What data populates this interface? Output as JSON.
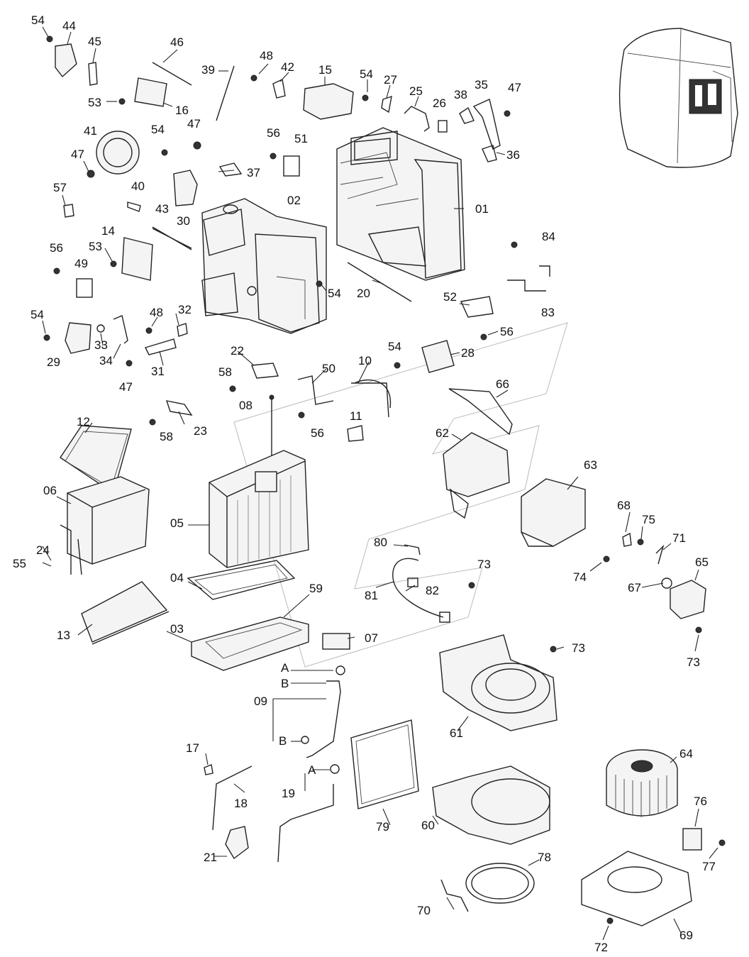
{
  "callouts": [
    {
      "id": "c54a",
      "text": "54"
    },
    {
      "id": "c44",
      "text": "44"
    },
    {
      "id": "c45",
      "text": "45"
    },
    {
      "id": "c46",
      "text": "46"
    },
    {
      "id": "c39",
      "text": "39"
    },
    {
      "id": "c48a",
      "text": "48"
    },
    {
      "id": "c42",
      "text": "42"
    },
    {
      "id": "c15",
      "text": "15"
    },
    {
      "id": "c54b",
      "text": "54"
    },
    {
      "id": "c27",
      "text": "27"
    },
    {
      "id": "c25",
      "text": "25"
    },
    {
      "id": "c26",
      "text": "26"
    },
    {
      "id": "c38",
      "text": "38"
    },
    {
      "id": "c35",
      "text": "35"
    },
    {
      "id": "c47a",
      "text": "47"
    },
    {
      "id": "c53a",
      "text": "53"
    },
    {
      "id": "c16",
      "text": "16"
    },
    {
      "id": "c41",
      "text": "41"
    },
    {
      "id": "c54c",
      "text": "54"
    },
    {
      "id": "c47b",
      "text": "47"
    },
    {
      "id": "c56a",
      "text": "56"
    },
    {
      "id": "c51",
      "text": "51"
    },
    {
      "id": "c37",
      "text": "37"
    },
    {
      "id": "c36",
      "text": "36"
    },
    {
      "id": "c47c",
      "text": "47"
    },
    {
      "id": "c40",
      "text": "40"
    },
    {
      "id": "c57",
      "text": "57"
    },
    {
      "id": "c30",
      "text": "30"
    },
    {
      "id": "c02",
      "text": "02"
    },
    {
      "id": "c01",
      "text": "01"
    },
    {
      "id": "c43",
      "text": "43"
    },
    {
      "id": "c14",
      "text": "14"
    },
    {
      "id": "c56b",
      "text": "56"
    },
    {
      "id": "c53b",
      "text": "53"
    },
    {
      "id": "c49",
      "text": "49"
    },
    {
      "id": "c84",
      "text": "84"
    },
    {
      "id": "c54d",
      "text": "54"
    },
    {
      "id": "c20",
      "text": "20"
    },
    {
      "id": "c52",
      "text": "52"
    },
    {
      "id": "c83",
      "text": "83"
    },
    {
      "id": "c48b",
      "text": "48"
    },
    {
      "id": "c32",
      "text": "32"
    },
    {
      "id": "c54e",
      "text": "54"
    },
    {
      "id": "c33",
      "text": "33"
    },
    {
      "id": "c34",
      "text": "34"
    },
    {
      "id": "c29",
      "text": "29"
    },
    {
      "id": "c56c",
      "text": "56"
    },
    {
      "id": "c31",
      "text": "31"
    },
    {
      "id": "c22",
      "text": "22"
    },
    {
      "id": "c54f",
      "text": "54"
    },
    {
      "id": "c28",
      "text": "28"
    },
    {
      "id": "c47d",
      "text": "47"
    },
    {
      "id": "c58a",
      "text": "58"
    },
    {
      "id": "c50",
      "text": "50"
    },
    {
      "id": "c10",
      "text": "10"
    },
    {
      "id": "c66",
      "text": "66"
    },
    {
      "id": "c08",
      "text": "08"
    },
    {
      "id": "c11",
      "text": "11"
    },
    {
      "id": "c58b",
      "text": "58"
    },
    {
      "id": "c56d",
      "text": "56"
    },
    {
      "id": "c23",
      "text": "23"
    },
    {
      "id": "c12",
      "text": "12"
    },
    {
      "id": "c62",
      "text": "62"
    },
    {
      "id": "c63",
      "text": "63"
    },
    {
      "id": "c06",
      "text": "06"
    },
    {
      "id": "c05",
      "text": "05"
    },
    {
      "id": "c68",
      "text": "68"
    },
    {
      "id": "c75",
      "text": "75"
    },
    {
      "id": "c80",
      "text": "80"
    },
    {
      "id": "c71",
      "text": "71"
    },
    {
      "id": "c73a",
      "text": "73"
    },
    {
      "id": "c24",
      "text": "24"
    },
    {
      "id": "c55",
      "text": "55"
    },
    {
      "id": "c65",
      "text": "65"
    },
    {
      "id": "c74",
      "text": "74"
    },
    {
      "id": "c04",
      "text": "04"
    },
    {
      "id": "c59",
      "text": "59"
    },
    {
      "id": "c82",
      "text": "82"
    },
    {
      "id": "c67",
      "text": "67"
    },
    {
      "id": "c81",
      "text": "81"
    },
    {
      "id": "c13",
      "text": "13"
    },
    {
      "id": "c03",
      "text": "03"
    },
    {
      "id": "c07",
      "text": "07"
    },
    {
      "id": "c73b",
      "text": "73"
    },
    {
      "id": "c73c",
      "text": "73"
    },
    {
      "id": "cA1",
      "text": "A"
    },
    {
      "id": "cB1",
      "text": "B"
    },
    {
      "id": "c09",
      "text": "09"
    },
    {
      "id": "c61",
      "text": "61"
    },
    {
      "id": "cB2",
      "text": "B"
    },
    {
      "id": "c64",
      "text": "64"
    },
    {
      "id": "c17",
      "text": "17"
    },
    {
      "id": "cA2",
      "text": "A"
    },
    {
      "id": "c19",
      "text": "19"
    },
    {
      "id": "c18",
      "text": "18"
    },
    {
      "id": "c76",
      "text": "76"
    },
    {
      "id": "c79",
      "text": "79"
    },
    {
      "id": "c60",
      "text": "60"
    },
    {
      "id": "c77",
      "text": "77"
    },
    {
      "id": "c21",
      "text": "21"
    },
    {
      "id": "c78",
      "text": "78"
    },
    {
      "id": "c70",
      "text": "70"
    },
    {
      "id": "c69",
      "text": "69"
    },
    {
      "id": "c72",
      "text": "72"
    }
  ]
}
